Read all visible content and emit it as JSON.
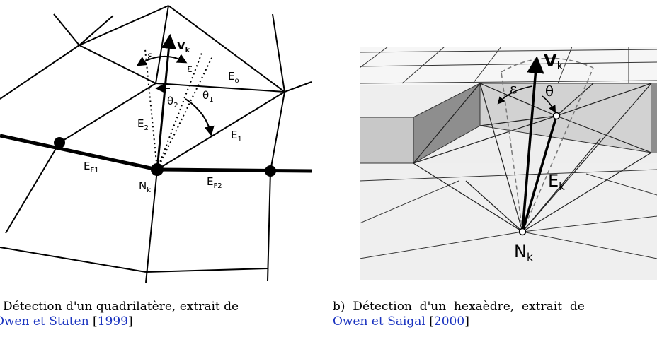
{
  "figure_a": {
    "labels": {
      "vk": "V",
      "vk_sub": "k",
      "eps_left": "ε",
      "eps_right": "ε",
      "e0": "E",
      "e0_sub": "o",
      "theta2": "θ",
      "theta2_sub": "2",
      "theta1": "θ",
      "theta1_sub": "1",
      "e2": "E",
      "e2_sub": "2",
      "e1": "E",
      "e1_sub": "1",
      "ef1": "E",
      "ef1_sub": "F1",
      "nk": "N",
      "nk_sub": "k",
      "ef2": "E",
      "ef2_sub": "F2"
    },
    "caption_prefix": ") Détection d'un quadrilatère, extrait de",
    "caption_cite_authors": "Owen et Staten",
    "caption_cite_year": "1999"
  },
  "figure_b": {
    "labels": {
      "vk": "V",
      "vk_sub": "k",
      "eps": "ε",
      "theta": "θ",
      "ek": "E",
      "ek_sub": "k",
      "nk": "N",
      "nk_sub": "k"
    },
    "caption_prefix": "b)  Détection  d'un  hexaèdre,  extrait  de",
    "caption_cite_authors": "Owen et Saigal",
    "caption_cite_year": "2000"
  }
}
